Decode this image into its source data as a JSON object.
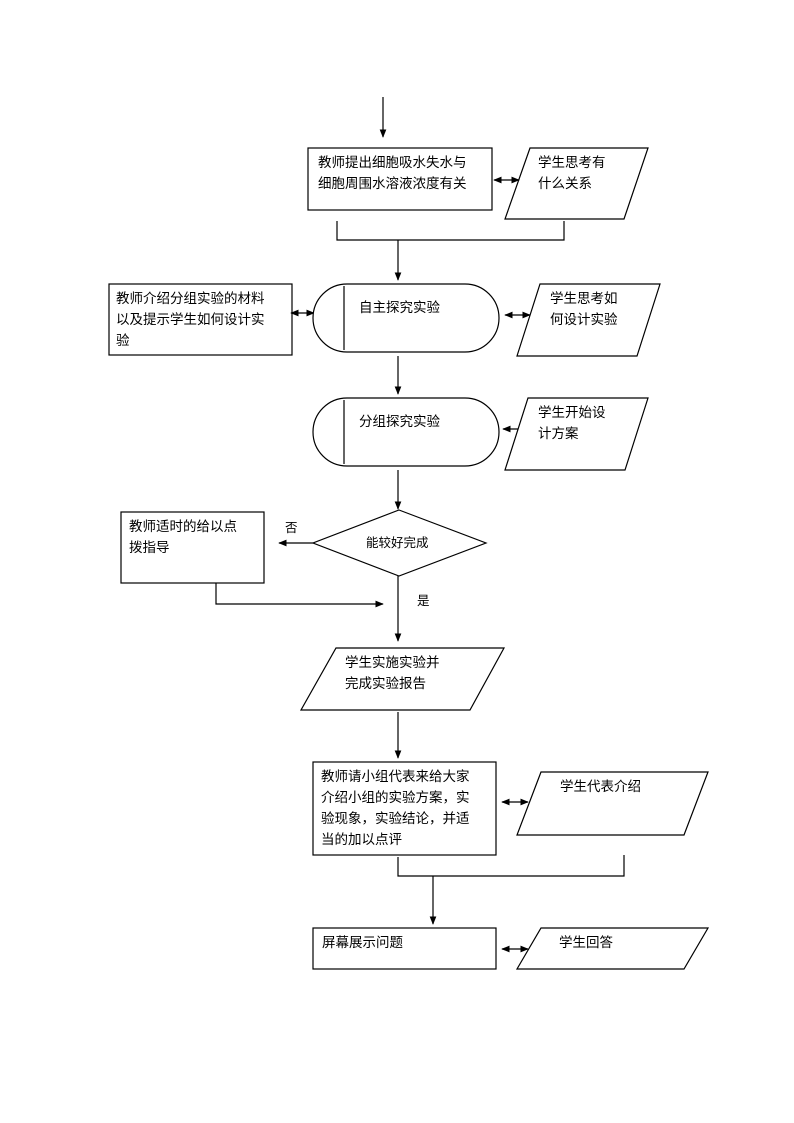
{
  "flowchart": {
    "teacher_cell_relation": "教师提出细胞吸水失水与\n细胞周围水溶液浓度有关",
    "student_think_relation": "学生思考有\n什么关系",
    "teacher_intro_materials": "教师介绍分组实验的材料\n以及提示学生如何设计实\n验",
    "independent_exploration": "自主探究实验",
    "student_think_design": "学生思考如\n何设计实验",
    "group_exploration": "分组探究实验",
    "student_start_design": "学生开始设\n计方案",
    "decision_complete": "能较好完成",
    "label_no": "否",
    "label_yes": "是",
    "teacher_guidance": "教师适时的给以点\n拨指导",
    "student_implement": "学生实施实验并\n完成实验报告",
    "teacher_request_present": "教师请小组代表来给大家\n介绍小组的实验方案，实\n验现象，实验结论，并适\n当的加以点评",
    "student_rep_present": "学生代表介绍",
    "screen_show_questions": "屏幕展示问题",
    "student_answer": "学生回答"
  }
}
